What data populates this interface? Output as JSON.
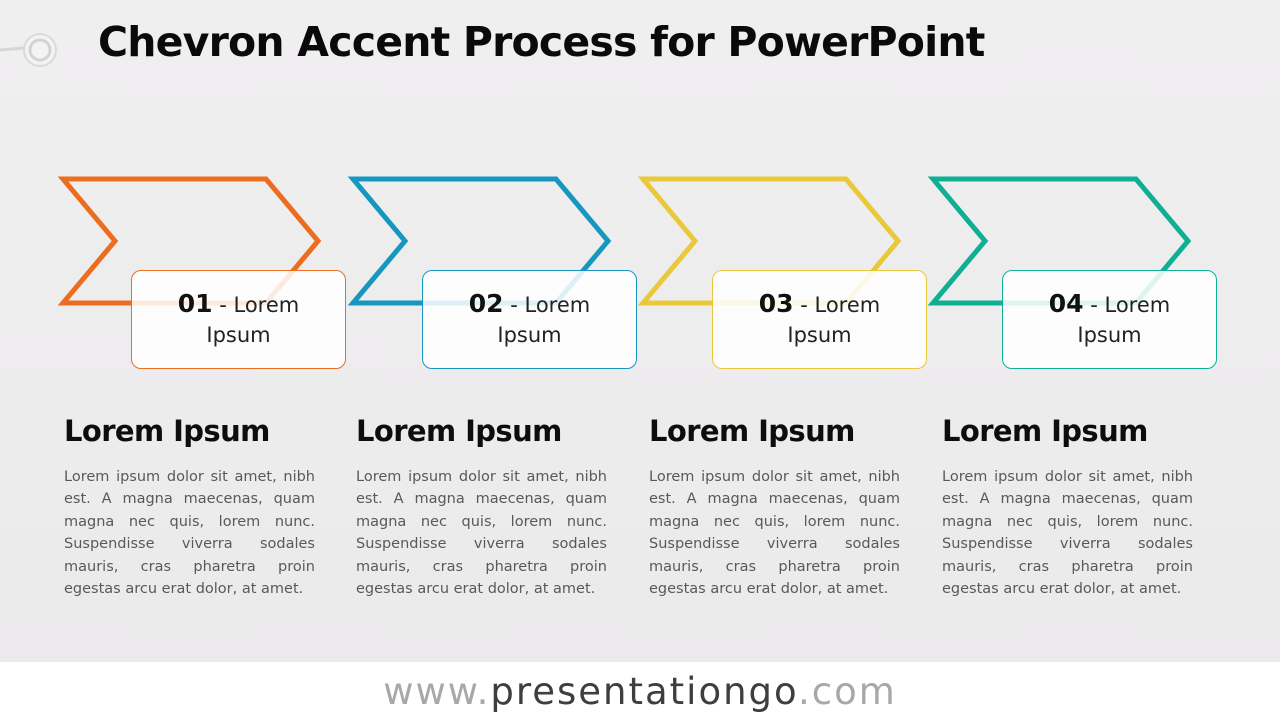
{
  "title": "Chevron Accent Process for PowerPoint",
  "colors": {
    "orange": "#ec6d1f",
    "blue": "#1797c0",
    "yellow": "#e9c93b",
    "teal": "#0faf93"
  },
  "steps": [
    {
      "number": "01",
      "label": " - Lorem Ipsum",
      "heading": "Lorem Ipsum",
      "body": "Lorem ipsum dolor sit amet, nibh est. A magna maecenas, quam magna nec quis, lorem nunc. Suspendisse viverra sodales mauris, cras pharetra proin egestas arcu erat dolor, at amet."
    },
    {
      "number": "02",
      "label": " - Lorem Ipsum",
      "heading": "Lorem Ipsum",
      "body": "Lorem ipsum dolor sit amet, nibh est. A magna maecenas, quam magna nec quis, lorem nunc. Suspendisse viverra sodales mauris, cras pharetra proin egestas arcu erat dolor, at amet."
    },
    {
      "number": "03",
      "label": " - Lorem Ipsum",
      "heading": "Lorem Ipsum",
      "body": "Lorem ipsum dolor sit amet, nibh est. A magna maecenas, quam magna nec quis, lorem nunc. Suspendisse viverra sodales mauris, cras pharetra proin egestas arcu erat dolor, at amet."
    },
    {
      "number": "04",
      "label": " - Lorem Ipsum",
      "heading": "Lorem Ipsum",
      "body": "Lorem ipsum dolor sit amet, nibh est. A magna maecenas, quam magna nec quis, lorem nunc. Suspendisse viverra sodales mauris, cras pharetra proin egestas arcu erat dolor, at amet."
    }
  ],
  "footer": {
    "prefix": "www.",
    "brand": "presentationgo",
    "suffix": ".com"
  }
}
